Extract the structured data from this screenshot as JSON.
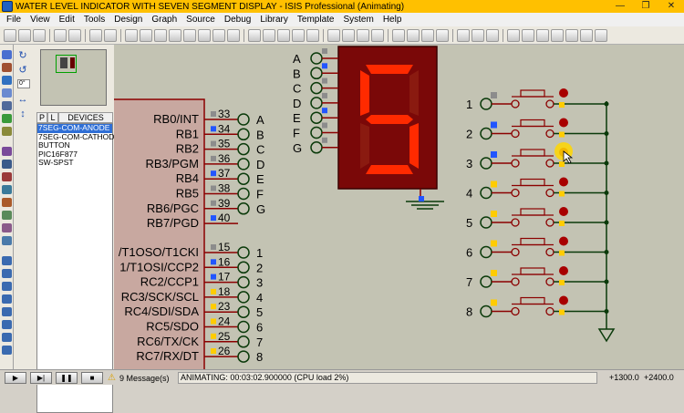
{
  "window": {
    "title": "WATER LEVEL INDICATOR WITH SEVEN SEGMENT DISPLAY - ISIS Professional (Animating)",
    "minimize_glyph": "—",
    "maximize_glyph": "❐",
    "close_glyph": "✕"
  },
  "menu": {
    "items": [
      "File",
      "View",
      "Edit",
      "Tools",
      "Design",
      "Graph",
      "Source",
      "Debug",
      "Library",
      "Template",
      "System",
      "Help"
    ]
  },
  "panel": {
    "rotation_value": "0°",
    "tab_p": "P",
    "tab_l": "L",
    "devices_header": "DEVICES",
    "devices": [
      "7SEG-COM-ANODE",
      "7SEG-COM-CATHODE",
      "BUTTON",
      "PIC16F877",
      "SW-SPST"
    ],
    "selected_index": 0
  },
  "mcu": {
    "portb_pins": [
      {
        "name": "RB0/INT",
        "num": "33",
        "net": "A",
        "state": "gray"
      },
      {
        "name": "RB1",
        "num": "34",
        "net": "B",
        "state": "blue"
      },
      {
        "name": "RB2",
        "num": "35",
        "net": "C",
        "state": "gray"
      },
      {
        "name": "RB3/PGM",
        "num": "36",
        "net": "D",
        "state": "gray"
      },
      {
        "name": "RB4",
        "num": "37",
        "net": "E",
        "state": "blue"
      },
      {
        "name": "RB5",
        "num": "38",
        "net": "F",
        "state": "gray"
      },
      {
        "name": "RB6/PGC",
        "num": "39",
        "net": "G",
        "state": "gray"
      },
      {
        "name": "RB7/PGD",
        "num": "40",
        "net": "",
        "state": "blue"
      }
    ],
    "portc_pins": [
      {
        "name": "/T1OSO/T1CKI",
        "num": "15",
        "net": "1",
        "state": "gray"
      },
      {
        "name": "1/T1OSI/CCP2",
        "num": "16",
        "net": "2",
        "state": "blue"
      },
      {
        "name": "RC2/CCP1",
        "num": "17",
        "net": "3",
        "state": "blue"
      },
      {
        "name": "RC3/SCK/SCL",
        "num": "18",
        "net": "4",
        "state": "yellow"
      },
      {
        "name": "RC4/SDI/SDA",
        "num": "23",
        "net": "5",
        "state": "yellow"
      },
      {
        "name": "RC5/SDO",
        "num": "24",
        "net": "6",
        "state": "yellow"
      },
      {
        "name": "RC6/TX/CK",
        "num": "25",
        "net": "7",
        "state": "yellow"
      },
      {
        "name": "RC7/RX/DT",
        "num": "26",
        "net": "8",
        "state": "yellow"
      }
    ]
  },
  "display": {
    "segment_labels": [
      "A",
      "B",
      "C",
      "D",
      "E",
      "F",
      "G"
    ],
    "segment_pin_states": [
      "gray",
      "blue",
      "gray",
      "gray",
      "blue",
      "gray",
      "gray"
    ],
    "lit_segments": [
      "a",
      "f",
      "g",
      "c",
      "d"
    ],
    "colors": {
      "lit": "#ff2a00",
      "unlit": "#8a1a10",
      "body": "#7a0808"
    }
  },
  "switches": {
    "labels": [
      "1",
      "2",
      "3",
      "4",
      "5",
      "6",
      "7",
      "8"
    ],
    "pin_states": [
      "gray",
      "blue",
      "blue",
      "yellow",
      "yellow",
      "yellow",
      "yellow",
      "yellow"
    ]
  },
  "colors": {
    "logic_low": "#2255ff",
    "logic_high": "#ffcc00",
    "floating": "#8c8c8c",
    "wire": "#8b0000",
    "bus": "#0a3a0a"
  },
  "status": {
    "messages": "9 Message(s)",
    "animation": "ANIMATING: 00:03:02.900000 (CPU load 2%)",
    "coord_x": "+1300.0",
    "coord_y": "+2400.0"
  },
  "sim": {
    "play": "▶",
    "step": "▶|",
    "pause": "❚❚",
    "stop": "■"
  }
}
